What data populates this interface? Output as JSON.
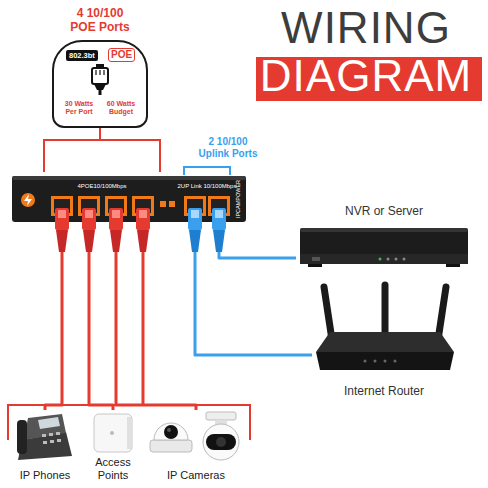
{
  "diagram": {
    "title": "WIRING DIAGRAM",
    "nodes": [
      {
        "text": [
          "802.3bt",
          "POE",
          "30 Watts Per Port",
          "60 Watts Budget"
        ]
      },
      {
        "text": [
          "4POE10/100Mbps",
          "2UP Link 10/100Mbps",
          "IPCAMPOWER"
        ]
      },
      {
        "text": [
          "NVR or Server"
        ]
      },
      {
        "text": [
          "Internet Router"
        ]
      },
      {
        "text": [
          "IP Phones"
        ]
      },
      {
        "text": [
          "Access Points"
        ]
      },
      {
        "text": [
          "IP Cameras"
        ]
      }
    ],
    "edges": [
      {
        "from": 1,
        "to": 2,
        "arrow": "none"
      },
      {
        "from": 1,
        "to": 3,
        "arrow": "none"
      },
      {
        "from": 1,
        "to": 4,
        "arrow": "none"
      },
      {
        "from": 1,
        "to": 5,
        "arrow": "none"
      },
      {
        "from": 1,
        "to": 6,
        "arrow": "none"
      }
    ],
    "labels": [
      "4 10/100 POE Ports",
      "2 10/100 Uplink Ports"
    ]
  }
}
